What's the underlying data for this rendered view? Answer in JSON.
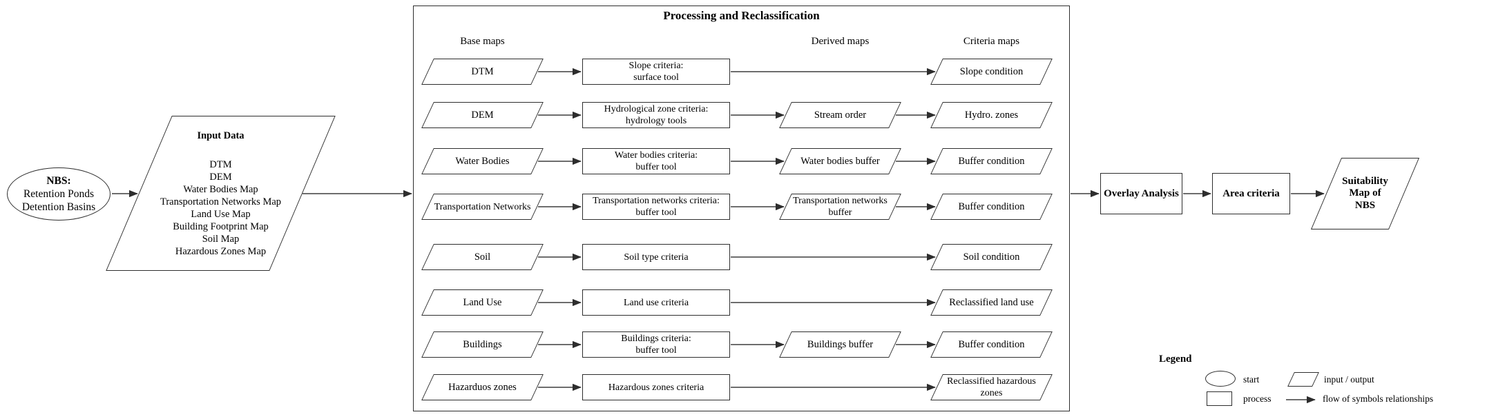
{
  "colors": {
    "ink": "#000000",
    "line": "#3d3d3d",
    "border": "#2d2d2d",
    "background": "#ffffff"
  },
  "flow": {
    "start": {
      "title": "NBS:",
      "line1": "Retention Ponds",
      "line2": "Detention Basins"
    },
    "input": {
      "title": "Input Data",
      "items": [
        "DTM",
        "DEM",
        "Water Bodies Map",
        "Transportation Networks Map",
        "Land Use Map",
        "Building Footprint Map",
        "Soil Map",
        "Hazardous Zones Map"
      ]
    },
    "processing": {
      "title": "Processing and Reclassification",
      "columns": {
        "base": "Base maps",
        "derived": "Derived maps",
        "criteria": "Criteria maps"
      },
      "rows": [
        {
          "base": [
            "DTM"
          ],
          "process": [
            "Slope criteria:",
            "surface tool"
          ],
          "derived": [],
          "criteria": [
            "Slope condition"
          ]
        },
        {
          "base": [
            "DEM"
          ],
          "process": [
            "Hydrological zone criteria:",
            "hydrology tools"
          ],
          "derived": [
            "Stream order"
          ],
          "criteria": [
            "Hydro. zones"
          ]
        },
        {
          "base": [
            "Water Bodies"
          ],
          "process": [
            "Water bodies criteria:",
            "buffer tool"
          ],
          "derived": [
            "Water bodies buffer"
          ],
          "criteria": [
            "Buffer condition"
          ]
        },
        {
          "base": [
            "Transportation Networks"
          ],
          "process": [
            "Transportation networks criteria:",
            "buffer tool"
          ],
          "derived": [
            "Transportation networks",
            "buffer"
          ],
          "criteria": [
            "Buffer condition"
          ]
        },
        {
          "base": [
            "Soil"
          ],
          "process": [
            "Soil type criteria"
          ],
          "derived": [],
          "criteria": [
            "Soil condition"
          ]
        },
        {
          "base": [
            "Land Use"
          ],
          "process": [
            "Land use criteria"
          ],
          "derived": [],
          "criteria": [
            "Reclassified land use"
          ]
        },
        {
          "base": [
            "Buildings"
          ],
          "process": [
            "Buildings criteria:",
            "buffer tool"
          ],
          "derived": [
            "Buildings buffer"
          ],
          "criteria": [
            "Buffer condition"
          ]
        },
        {
          "base": [
            "Hazarduos zones"
          ],
          "process": [
            "Hazardous zones criteria"
          ],
          "derived": [],
          "criteria": [
            "Reclassified hazardous",
            "zones"
          ]
        }
      ]
    },
    "output": {
      "overlay": "Overlay Analysis",
      "area": "Area criteria",
      "result": [
        "Suitability",
        "Map of",
        "NBS"
      ]
    }
  },
  "legend": {
    "title": "Legend",
    "items": [
      {
        "symbol": "ellipse",
        "label": "start"
      },
      {
        "symbol": "parallelogram",
        "label": "input / output"
      },
      {
        "symbol": "rectangle",
        "label": "process"
      },
      {
        "symbol": "arrow",
        "label": "flow of symbols relationships"
      }
    ]
  }
}
